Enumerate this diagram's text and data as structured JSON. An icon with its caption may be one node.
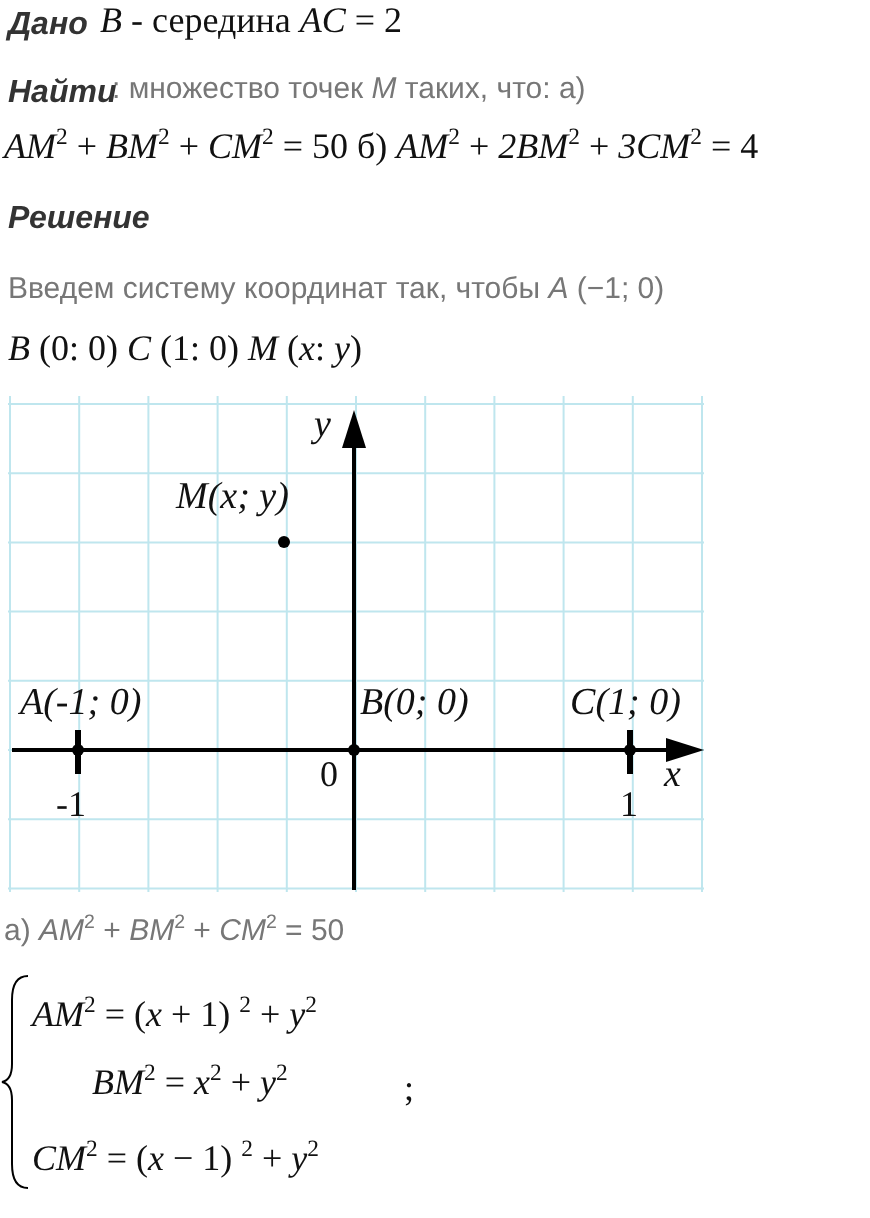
{
  "diagram": {
    "labels": [
      "Дано",
      "*B* - середина *AC* = 2",
      "Найти",
      ": множество точек *M* таких, что: а)",
      "*AM*$^{2}$ + *BM*$^{2}$ + *CM*$^{2}$ = 50  б) *AM*$^{2}$ + *2BM*$^{2}$ + *3CM*$^{2}$ = 4",
      "Решение",
      "Введем систему координат так, чтобы *A* (−1; 0)",
      "*B* (0: 0)  *C* (1: 0)  *M* (*x*: *y*)",
      "y",
      "*M*(*x*; *y*)",
      "*A*(-1; 0)",
      "*B*(0; 0)",
      "*C*(1; 0)",
      "0",
      "x",
      "-1",
      "1",
      "а) *AM*$^{2}$ + *BM*$^{2}$ + *CM*$^{2}$ = 50",
      "*AM*$^{2}$ = (*x* + 1) $^{2}$ + *y*$^{2}$",
      "*BM*$^{2}$ = *x*$^{2}$ + *y*$^{2}$",
      ";",
      "*CM*$^{2}$ = (*x* − 1) $^{2}$ + *y*$^{2}$"
    ]
  }
}
